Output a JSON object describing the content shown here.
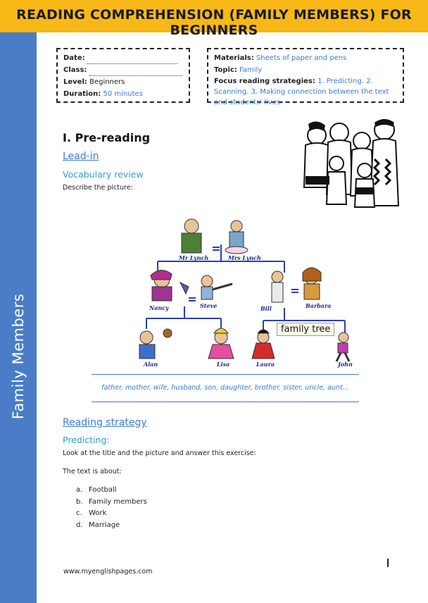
{
  "header": {
    "title": "READING COMPREHENSION (FAMILY MEMBERS) FOR BEGINNERS"
  },
  "sidebar": {
    "label": "Family Members"
  },
  "info_box": {
    "date_label": "Date:",
    "class_label": "Class:",
    "level_label": "Level:",
    "level_value": "Beginners",
    "duration_label": "Duration:",
    "duration_value": "50 minutes"
  },
  "materials_box": {
    "materials_label": "Materials:",
    "materials_value": "Sheets of paper and pens",
    "topic_label": "Topic:",
    "topic_value": "Family",
    "strategies_label": "Focus reading strategies:",
    "strategies_value": "1. Predicting. 2. Scanning. 3. Making connection between the text and students' lives."
  },
  "section1": {
    "heading": "I. Pre-reading",
    "lead_in": "Lead-in",
    "vocab_heading": "Vocabulary review",
    "instruction": "Describe the picture:"
  },
  "tree": {
    "names": [
      "Mr Lynch",
      "Mrs Lynch",
      "Nancy",
      "Steve",
      "Bill",
      "Barbara",
      "Alan",
      "Lisa",
      "Laura",
      "John"
    ],
    "tooltip": "family tree"
  },
  "vocab_words": "father, mother, wife, husband, son, daughter, brother, sister, uncle, aunt...",
  "section2": {
    "heading": "Reading strategy",
    "sub": "Predicting:",
    "instruction": "Look at the title and the picture and answer this exercise:",
    "question": "The text is about:",
    "options": [
      {
        "letter": "a.",
        "text": "Football"
      },
      {
        "letter": "b.",
        "text": "Family members"
      },
      {
        "letter": "c.",
        "text": "Work"
      },
      {
        "letter": "d.",
        "text": "Marriage"
      }
    ]
  },
  "footer": {
    "url": "www.myenglishpages.com"
  },
  "colors": {
    "header": "#f7b818",
    "sidebar": "#4a7cc7",
    "accent": "#3a7bd5"
  }
}
